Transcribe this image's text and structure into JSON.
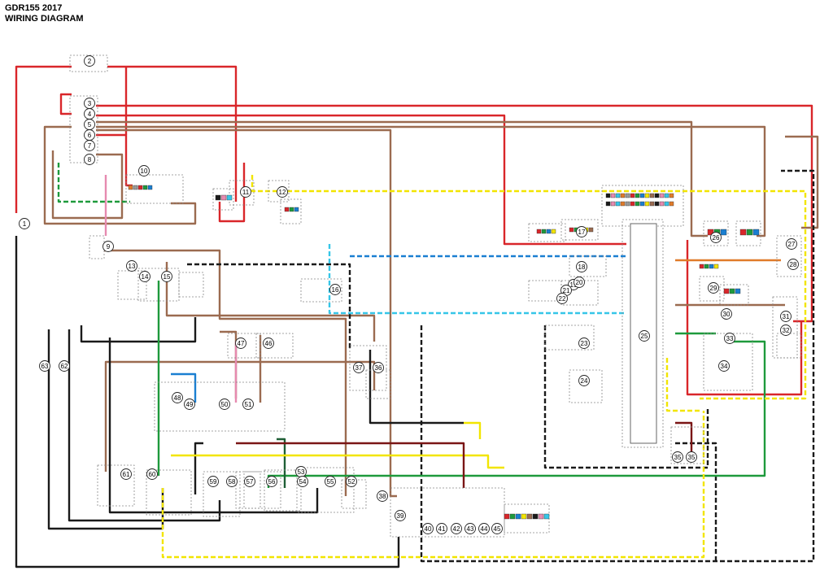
{
  "title": {
    "model_line": "GDR155 2017",
    "diagram_line": "WIRING DIAGRAM"
  },
  "wire_colors": {
    "red": "#d9262a",
    "brown": "#9b6b50",
    "black": "#1a1a1a",
    "green": "#1e9a3c",
    "dark_green": "#1f5f36",
    "yellow": "#f2e500",
    "blue": "#1a7fd1",
    "sky_blue": "#36c6e8",
    "maroon": "#7a1515",
    "pink": "#e68ab0",
    "orange": "#e07b2a",
    "gray": "#9a9a9a"
  },
  "component_numbers": [
    "1",
    "2",
    "3",
    "4",
    "5",
    "6",
    "7",
    "8",
    "9",
    "10",
    "11",
    "12",
    "13",
    "14",
    "15",
    "16",
    "17",
    "18",
    "19",
    "20",
    "21",
    "22",
    "23",
    "24",
    "25",
    "26",
    "27",
    "28",
    "29",
    "30",
    "31",
    "32",
    "33",
    "34",
    "35",
    "35",
    "36",
    "37",
    "38",
    "39",
    "40",
    "41",
    "42",
    "43",
    "44",
    "45",
    "46",
    "47",
    "48",
    "49",
    "50",
    "51",
    "52",
    "53",
    "54",
    "55",
    "56",
    "57",
    "58",
    "59",
    "60",
    "61",
    "62",
    "63"
  ]
}
